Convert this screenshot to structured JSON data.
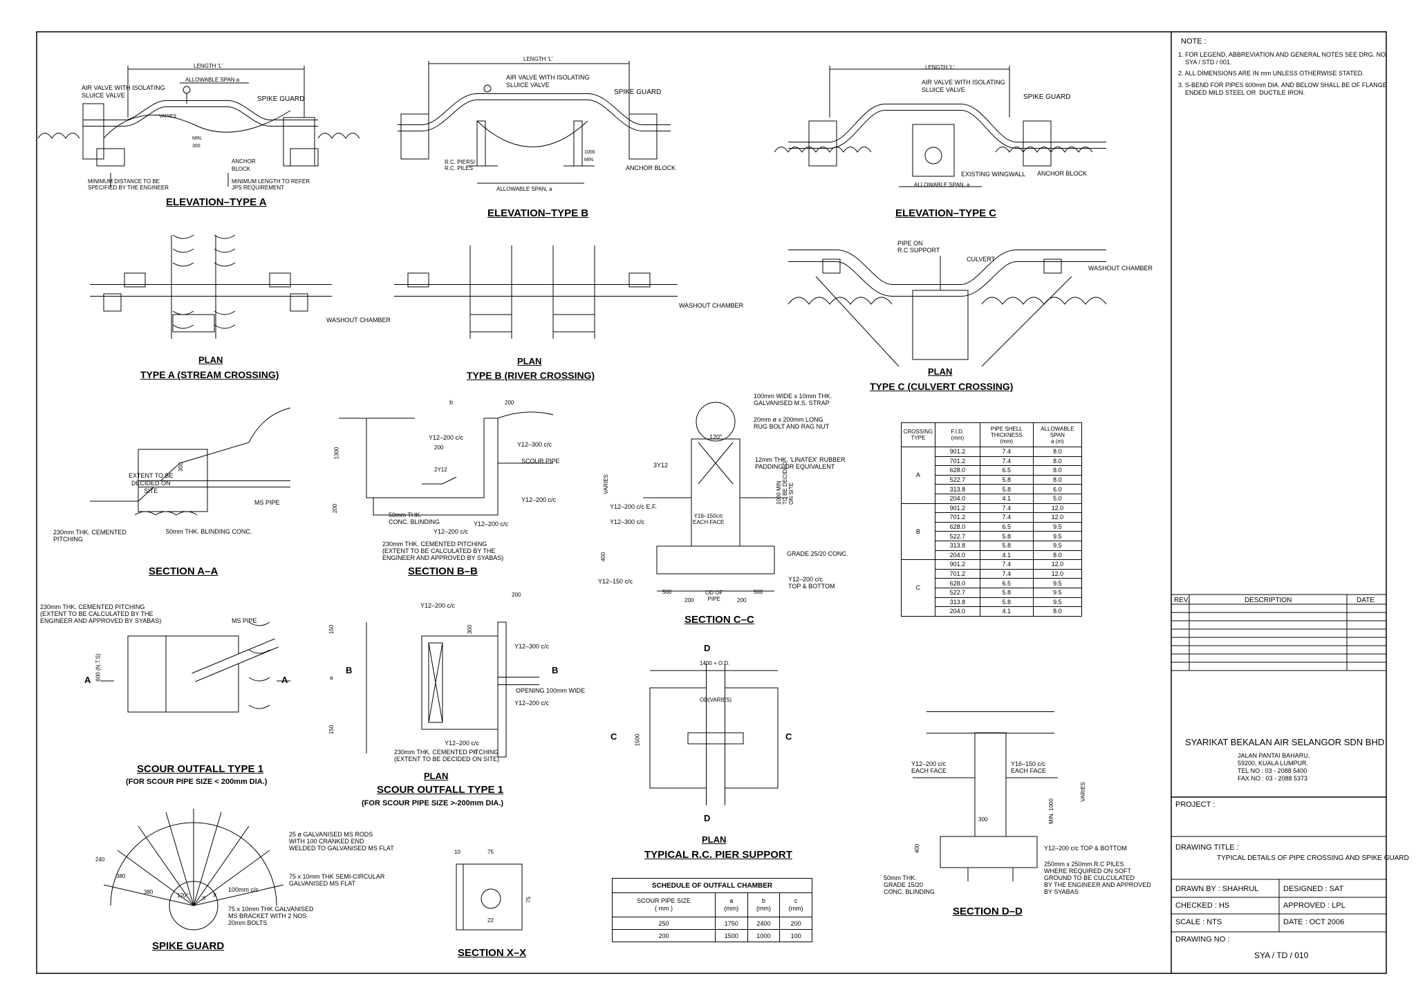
{
  "notes": {
    "heading": "NOTE :",
    "items": [
      "1. FOR LEGEND, ABBREVIATION AND GENERAL NOTES SEE DRG. NO.\n    SYA / STD / 001.",
      "2. ALL DIMENSIONS ARE IN mm UNLESS OTHERWISE STATED.",
      "3. S-BEND FOR PIPES 600mm DIA. AND BELOW SHALL BE OF FLANGE\n    ENDED MILD STEEL OR  DUCTILE IRON."
    ]
  },
  "revision": {
    "rev": "REV.",
    "description": "DESCRIPTION",
    "date": "DATE"
  },
  "company": {
    "name": "SYARIKAT BEKALAN AIR SELANGOR SDN BHD",
    "address": "JALAN PANTAI BAHARU,\n59200, KUALA LUMPUR.\nTEL NO : 03 - 2088 5400\nFAX NO : 03 - 2088 5373"
  },
  "project": "PROJECT :",
  "drawing_title": {
    "label": "DRAWING TITLE :",
    "value": "TYPICAL DETAILS OF PIPE CROSSING AND\nSPIKE GUARD"
  },
  "drawn_by": "DRAWN BY : SHAHRUL",
  "designed": "DESIGNED : SAT",
  "checked": "CHECKED : HS",
  "approved": "APPROVED : LPL",
  "scale": "SCALE : NTS",
  "date": "DATE : OCT 2006",
  "drawing_no": {
    "label": "DRAWING NO :",
    "value": "SYA / TD / 010"
  },
  "titles": {
    "elev_a": "ELEVATION–TYPE A",
    "elev_b": "ELEVATION–TYPE B",
    "elev_c": "ELEVATION–TYPE C",
    "plan_a": "PLAN",
    "plan_a_sub": "TYPE A (STREAM CROSSING)",
    "plan_b": "PLAN",
    "plan_b_sub": "TYPE B (RIVER CROSSING)",
    "plan_c": "PLAN",
    "plan_c_sub": "TYPE C (CULVERT CROSSING)",
    "sec_aa": "SECTION A–A",
    "sec_bb": "SECTION B–B",
    "sec_cc": "SECTION C–C",
    "scour1": "SCOUR OUTFALL TYPE 1",
    "scour1_sub": "(FOR SCOUR PIPE SIZE < 200mm DIA.)",
    "plan_scour": "PLAN",
    "plan_scour_t": "SCOUR OUTFALL TYPE 1",
    "plan_scour_sub": "(FOR SCOUR PIPE SIZE >-200mm DIA.)",
    "pier_plan": "PLAN",
    "pier_sub": "TYPICAL R.C. PIER SUPPORT",
    "spike": "SPIKE GUARD",
    "sec_xx": "SECTION X–X",
    "sec_dd": "SECTION D–D"
  },
  "labels": {
    "length_l": "LENGTH 'L'",
    "allow_span_a": "ALLOWABLE SPAN a",
    "allow_span_b": "ALLOWABLE SPAN, a",
    "air_valve": "AIR VALVE WITH ISOLATING\nSLUICE VALVE",
    "spike_guard": "SPIKE GUARD",
    "varies": "VARIES",
    "min300": "MIN.\n300",
    "anchor_block": "ANCHOR\nBLOCK",
    "anchor_block_1": "ANCHOR BLOCK",
    "min_dist": "MINIMUM DISTANCE TO BE\nSPECIFIED BY THE ENGINEER",
    "min_len": "MINIMUM LENGTH TO REFER\nJPS REQUIREMENT",
    "rc_piers": "R.C. PIERS/\nR.C. PILES",
    "min1000": "1000\nMIN.",
    "existing_wingwall": "EXISTING WINGWALL",
    "washout": "WASHOUT CHAMBER",
    "pipe_on_rc": "PIPE ON\nR.C SUPPORT",
    "culvert": "CULVERT",
    "extent": "EXTENT TO BE\nDECIDED ON\nSITE",
    "ms_pipe": "MS PIPE",
    "cem_pitching": "230mm THK. CEMENTED\nPITCHING",
    "blinding50": "50mm THK. BLINDING CONC.",
    "d300": "300",
    "b": "b",
    "d200": "200",
    "d1300": "1300",
    "y12_200cc": "Y12–200 c/c",
    "y12_300cc": "Y12–300 c/c",
    "y12_150cc": "Y12–150 c/c",
    "y2y12": "2Y12",
    "c": "c",
    "scour_pipe": "SCOUR PIPE",
    "conc_blinding": "50mm THK.\nCONC. BLINDING",
    "pitching_syabas": "230mm THK. CEMENTED PITCHING\n(EXTENT TO BE CALCULATED BY THE\nENGINEER AND APPROVED BY SYABAS)",
    "strap": "100mm WIDE x 10mm THK.\nGALVANISED M.S. STRAP",
    "rug_bolt": "20mm ø x 200mm LONG\nRUG BOLT AND RAG NUT",
    "linatex": "12mm THK. 'LINATEX' RUBBER\nPADDING OR EQUIVALENT",
    "a120": "120°",
    "y3y12": "3Y12",
    "y12_ef": "Y12–200 c/c E.F.",
    "y16_150": "Y16–150c/c\nEACH FACE",
    "min1000_site": "1000 MIN\nTO BE DECIDED\nON SITE",
    "grade25": "GRADE 25/20 CONC.",
    "topbottom": "Y12–200 c/c\nTOP & BOTTOM",
    "d400": "400",
    "d500": "500",
    "od_of_pipe": "OD OF\nPIPE",
    "pitching_scour": "230mm THK. CEMENTED PITCHING\n(EXTENT TO BE CALCULATED BY THE\nENGINEER AND APPROVED BY SYABAS)",
    "d600": "600 (N.T.S)",
    "secA": "A",
    "secB": "B",
    "d150": "150",
    "a": "a",
    "opening": "OPENING 100mm WIDE",
    "pitching_site": "230mm THK. CEMENTED PITCHING\n(EXTENT TO BE DECIDED ON SITE)",
    "secD": "D",
    "secC": "C",
    "d1400": "1400 + O.D.",
    "od_varies": "OD(VARIES)",
    "d1500": "1500",
    "spike_rods": "25 ø GALVANISED MS RODS\nWITH 100 CRANKED END\nWELDED TO GALVANISED MS FLAT",
    "spike_flat": "75 x 10mm THK SEMI-CIRCULAR\nGALVANISED MS FLAT",
    "pipe100": "100mm c/c",
    "bracket": "75 x 10mm THK GALVANISED\nMS BRACKET WITH 2 NOS\n20mm BOLTS",
    "d240": "240",
    "d380": "380",
    "x": "X",
    "d10": "10",
    "d75": "75",
    "d22": "22",
    "y12_each": "Y12–200 c/c\nEACH FACE",
    "y16_each": "Y16–150 c/c\nEACH FACE",
    "min1000d": "MIN. 1000",
    "y12_tb": "Y12–200 c/c TOP & BOTTOM",
    "piles": "250mm x 250mm R.C PILES\nWHERE REQUIRED ON SOFT\nGROUND TO BE CULCULATED\nBY THE ENGINEER AND APPROVED\nBY SYABAS",
    "blinding_d": "50mm THK.\nGRADE 15/20\nCONC. BLINDING"
  },
  "span_table": {
    "headers": [
      "CROSSING\nTYPE",
      "F.I.D.\n(mm)",
      "PIPE SHELL\nTHICKNESS\n(mm)",
      "ALLOWABLE\nSPAN\na (m)"
    ],
    "groups": [
      {
        "type": "A",
        "rows": [
          [
            "901.2",
            "7.4",
            "8.0"
          ],
          [
            "701.2",
            "7.4",
            "8.0"
          ],
          [
            "628.0",
            "6.5",
            "8.0"
          ],
          [
            "522.7",
            "5.8",
            "8.0"
          ],
          [
            "313.8",
            "5.8",
            "6.0"
          ],
          [
            "204.0",
            "4.1",
            "5.0"
          ]
        ]
      },
      {
        "type": "B",
        "rows": [
          [
            "901.2",
            "7.4",
            "12.0"
          ],
          [
            "701.2",
            "7.4",
            "12.0"
          ],
          [
            "628.0",
            "6.5",
            "9.5"
          ],
          [
            "522.7",
            "5.8",
            "9.5"
          ],
          [
            "313.8",
            "5.8",
            "9.5"
          ],
          [
            "204.0",
            "4.1",
            "8.0"
          ]
        ]
      },
      {
        "type": "C",
        "rows": [
          [
            "901.2",
            "7.4",
            "12.0"
          ],
          [
            "701.2",
            "7.4",
            "12.0"
          ],
          [
            "628.0",
            "6.5",
            "9.5"
          ],
          [
            "522.7",
            "5.8",
            "9.5"
          ],
          [
            "313.8",
            "5.8",
            "9.5"
          ],
          [
            "204.0",
            "4.1",
            "8.0"
          ]
        ]
      }
    ]
  },
  "outfall_table": {
    "title": "SCHEDULE OF OUTFALL CHAMBER",
    "headers": [
      "SCOUR PIPE SIZE\n( mm )",
      "a\n(mm)",
      "b\n(mm)",
      "c\n(mm)"
    ],
    "rows": [
      [
        "250",
        "1750",
        "2400",
        "200"
      ],
      [
        "200",
        "1500",
        "1000",
        "100"
      ]
    ]
  }
}
